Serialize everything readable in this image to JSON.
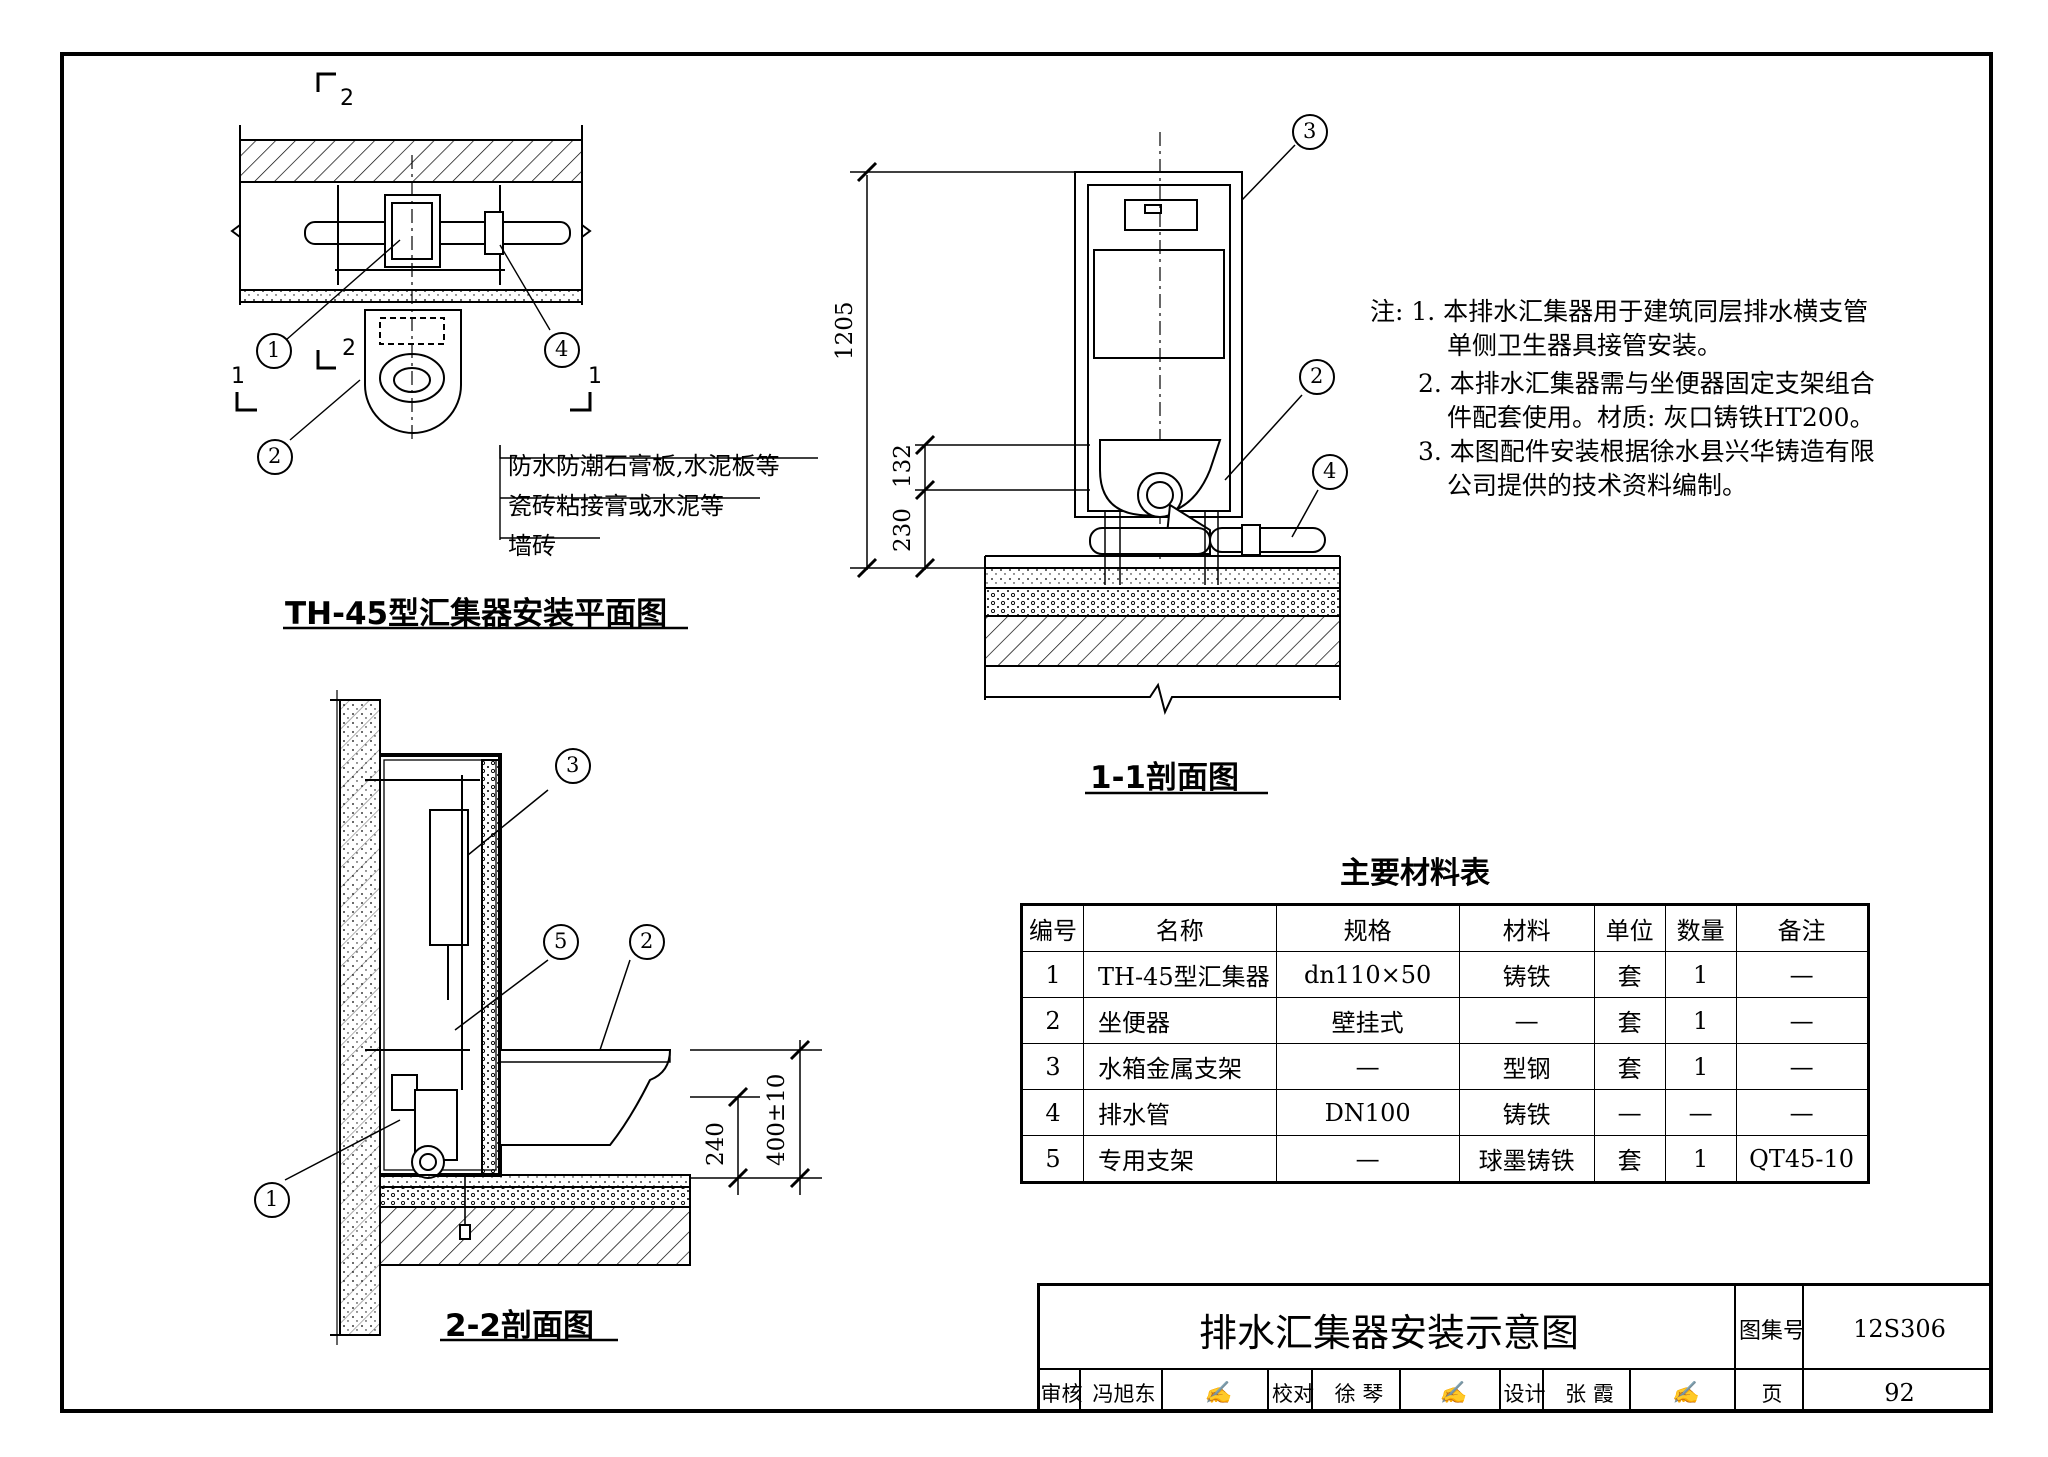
{
  "plan_view": {
    "title": "TH-45型汇集器安装平面图",
    "section_mark_2": "2",
    "section_mark_1": "1",
    "layers": [
      "防水防潮石膏板,水泥板等",
      "瓷砖粘接膏或水泥等",
      "墙砖"
    ],
    "callouts": [
      "1",
      "2",
      "4"
    ]
  },
  "section_1_1": {
    "title": "1-1剖面图",
    "dimensions": [
      "1205",
      "132",
      "230"
    ],
    "callouts": [
      "2",
      "3",
      "4"
    ]
  },
  "section_2_2": {
    "title": "2-2剖面图",
    "dimensions": [
      "240",
      "400±10"
    ],
    "callouts": [
      "1",
      "2",
      "3",
      "5"
    ]
  },
  "notes": {
    "lines": [
      "注: 1. 本排水汇集器用于建筑同层排水横支管",
      "单侧卫生器具接管安装。",
      "2. 本排水汇集器需与坐便器固定支架组合",
      "件配套使用。材质: 灰口铸铁HT200。",
      "3. 本图配件安装根据徐水县兴华铸造有限",
      "公司提供的技术资料编制。"
    ]
  },
  "material_table": {
    "title": "主要材料表",
    "headers": [
      "编号",
      "名称",
      "规格",
      "材料",
      "单位",
      "数量",
      "备注"
    ],
    "rows": [
      [
        "1",
        "TH-45型汇集器",
        "dn110×50",
        "铸铁",
        "套",
        "1",
        "—"
      ],
      [
        "2",
        "坐便器",
        "壁挂式",
        "—",
        "套",
        "1",
        "—"
      ],
      [
        "3",
        "水箱金属支架",
        "—",
        "型钢",
        "套",
        "1",
        "—"
      ],
      [
        "4",
        "排水管",
        "DN100",
        "铸铁",
        "—",
        "—",
        "—"
      ],
      [
        "5",
        "专用支架",
        "—",
        "球墨铸铁",
        "套",
        "1",
        "QT45-10"
      ]
    ]
  },
  "title_block": {
    "drawing_title": "排水汇集器安装示意图",
    "atlas_label": "图集号",
    "atlas_no": "12S306",
    "page_label": "页",
    "page_no": "92",
    "review_label": "审核",
    "reviewer": "冯旭东",
    "check_label": "校对",
    "checker": "徐 琴",
    "design_label": "设计",
    "designer": "张 霞"
  }
}
